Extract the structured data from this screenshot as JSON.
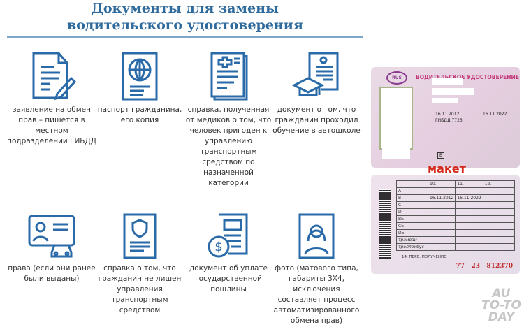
{
  "title": {
    "line1": "Документы для замены",
    "line2": "водительского удостоверения"
  },
  "accent_color": "#2a6aa8",
  "items": [
    {
      "icon": "application-pen-icon",
      "text": "заявление на обмен прав – пишется в местном подразделении ГИБДД"
    },
    {
      "icon": "passport-globe-icon",
      "text": "паспорт гражданина, его копия"
    },
    {
      "icon": "medical-certificate-icon",
      "text": "справка, полученная от медиков о том, что человек пригоден к управлению транспортным средством по назначенной категории"
    },
    {
      "icon": "diploma-graduation-cap-icon",
      "text": "документ о том, что гражданин проходил обучение в автошколе"
    },
    {
      "icon": "id-card-car-icon",
      "text": "права (если они ранее были выданы)"
    },
    {
      "icon": "certificate-shield-icon",
      "text": "справка о том, что гражданин не лишен управления транспортным средством"
    },
    {
      "icon": "payment-document-dollar-icon",
      "text": "документ об уплате государственной пошлины"
    },
    {
      "icon": "photo-portrait-icon",
      "text": "фото (матового типа, габариты 3Х4, исключения составляет процесс автоматизированного обмена прав)"
    }
  ],
  "license": {
    "country": "RUS",
    "header": "ВОДИТЕЛЬСКОЕ УДОСТОВЕРЕНИЕ",
    "issue_date": "16.11.2012",
    "expiry_date": "16.11.2022",
    "issuer": "ГИБДД 7723",
    "category_field": "B",
    "mockup_label": "макет",
    "col_headers": [
      "10.",
      "11.",
      "12."
    ],
    "categories": [
      "A",
      "B",
      "C",
      "D",
      "BE",
      "CE",
      "DE",
      "трамвай",
      "троллейбус"
    ],
    "b_dates": [
      "16.11.2012",
      "16.11.2022"
    ],
    "first_issue": "14. ПЕРВ. ПОЛУЧЕНИЕ",
    "number": [
      "77",
      "23",
      "812370"
    ]
  },
  "watermark": {
    "line1": "AU",
    "line2": "TO-TO",
    "line3": "DAY"
  }
}
